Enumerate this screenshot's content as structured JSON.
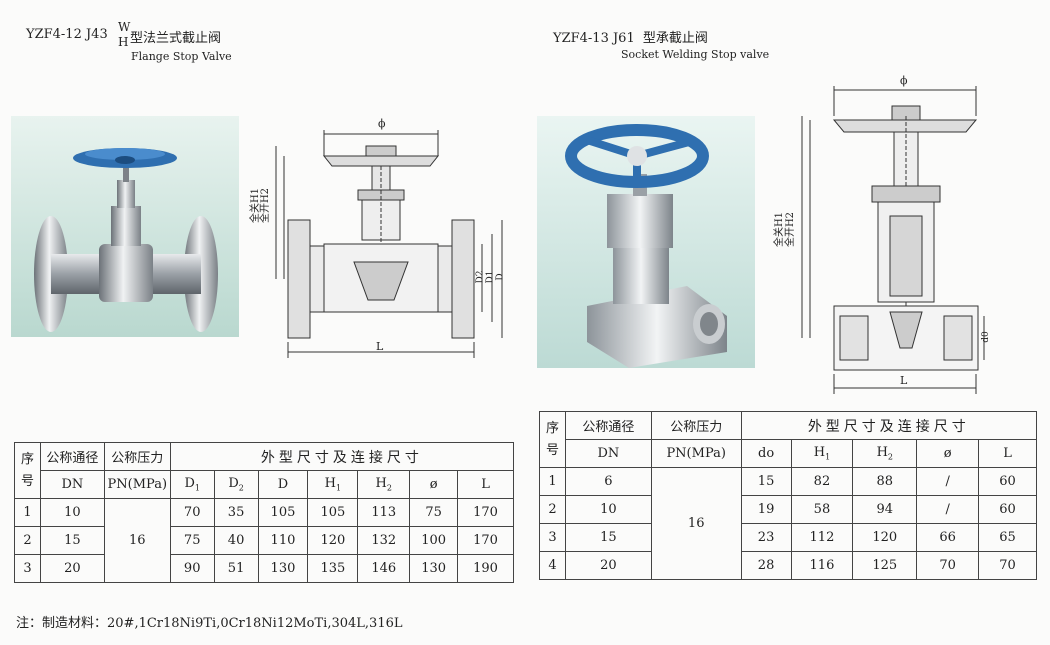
{
  "left": {
    "code": "YZF4-12 J43",
    "w_label": "W",
    "h_label": "H",
    "type_cn": "型法兰式截止阀",
    "title_en": "Flange Stop Valve",
    "table": {
      "idx_header": "序号",
      "dn_header_cn": "公称通径",
      "pn_header_cn": "公称压力",
      "dims_header": "外型尺寸及连接尺寸",
      "dn_header": "DN",
      "pn_header": "PN(MPa)",
      "cols": [
        "D1",
        "D2",
        "D",
        "H1",
        "H2",
        "ø",
        "L"
      ],
      "pn_value": "16",
      "rows": [
        {
          "no": "1",
          "dn": "10",
          "vals": [
            "70",
            "35",
            "105",
            "105",
            "113",
            "75",
            "170"
          ]
        },
        {
          "no": "2",
          "dn": "15",
          "vals": [
            "75",
            "40",
            "110",
            "120",
            "132",
            "100",
            "170"
          ]
        },
        {
          "no": "3",
          "dn": "20",
          "vals": [
            "90",
            "51",
            "130",
            "135",
            "146",
            "130",
            "190"
          ]
        }
      ]
    },
    "drawing_labels": {
      "phi": "ϕ",
      "h1": "全关H1",
      "h2": "全开H2",
      "d2": "D2",
      "d1": "D1",
      "d": "D",
      "l": "L"
    }
  },
  "right": {
    "code": "YZF4-13 J61",
    "type_cn": "型承截止阀",
    "title_en": "Socket Welding Stop valve",
    "table": {
      "idx_header": "序号",
      "dn_header_cn": "公称通径",
      "pn_header_cn": "公称压力",
      "dims_header": "外型尺寸及连接尺寸",
      "dn_header": "DN",
      "pn_header": "PN(MPa)",
      "cols": [
        "do",
        "H1",
        "H2",
        "ø",
        "L"
      ],
      "pn_value": "16",
      "rows": [
        {
          "no": "1",
          "dn": "6",
          "vals": [
            "15",
            "82",
            "88",
            "/",
            "60"
          ]
        },
        {
          "no": "2",
          "dn": "10",
          "vals": [
            "19",
            "58",
            "94",
            "/",
            "60"
          ]
        },
        {
          "no": "3",
          "dn": "15",
          "vals": [
            "23",
            "112",
            "120",
            "66",
            "65"
          ]
        },
        {
          "no": "4",
          "dn": "20",
          "vals": [
            "28",
            "116",
            "125",
            "70",
            "70"
          ]
        }
      ]
    },
    "drawing_labels": {
      "phi": "ϕ",
      "h1": "全关H1",
      "h2": "全开H2",
      "d0": "d0",
      "l": "L"
    }
  },
  "note": {
    "label": "注：制造材料：",
    "text": "20#,1Cr18Ni9Ti,0Cr18Ni12MoTi,304L,316L"
  },
  "colors": {
    "handwheel": "#2f6fb0",
    "steel": "#b8bcc0",
    "photo_bg_left": "#d8ebe4",
    "photo_bg_right": "#d6ebe8"
  }
}
